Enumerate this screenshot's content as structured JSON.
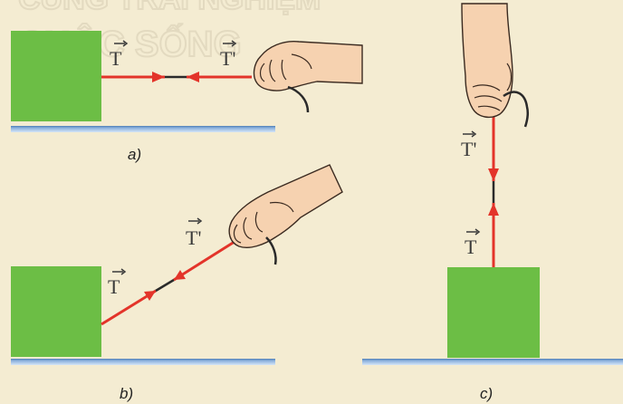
{
  "colors": {
    "background": "#f4ecd2",
    "block": "#6cbe45",
    "surface": "#4f7fb8",
    "surface_shadow": "#a9c6e6",
    "rope": "#e3342a",
    "rope_dark": "#2a2a2a",
    "skin": "#f6d2b0",
    "skin_outline": "#3a2a20",
    "watermark": "#e3dac0"
  },
  "watermark": {
    "top_text": "CÙNG TRẢI NGHIỆM",
    "bottom_text": "CUỘC SỐNG"
  },
  "panels": {
    "a": {
      "label": "a)",
      "force_on_block": "T",
      "force_on_hand": "T'"
    },
    "b": {
      "label": "b)",
      "force_on_block": "T",
      "force_on_hand": "T'"
    },
    "c": {
      "label": "c)",
      "force_on_block": "T",
      "force_on_hand": "T'"
    }
  },
  "icons": {
    "hand": "hand-holding-rope-icon",
    "force_arrow": "vector-arrow-icon"
  }
}
